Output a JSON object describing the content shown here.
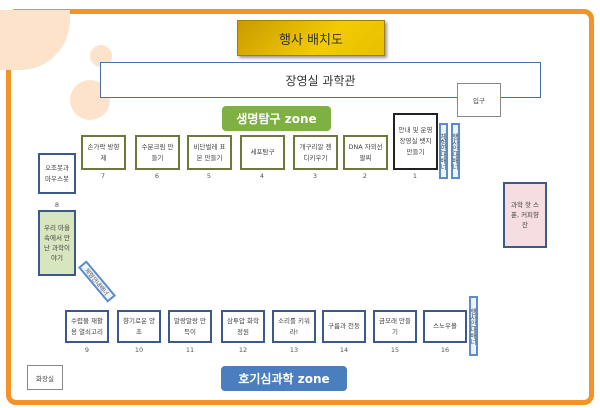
{
  "title": "행사 배치도",
  "hall": "장영실 과학관",
  "entrance": "입구",
  "zone_top": "생명탐구 zone",
  "zone_bottom": "호기심과학 zone",
  "top_booths": [
    {
      "label": "손가락 방향제",
      "num": "7"
    },
    {
      "label": "수분크림 만들기",
      "num": "6"
    },
    {
      "label": "비단벌레 표본 만들기",
      "num": "5"
    },
    {
      "label": "세포탐구",
      "num": "4"
    },
    {
      "label": "개구리알 젠디키우기",
      "num": "3"
    },
    {
      "label": "DNA 자외선 팔찌",
      "num": "2"
    },
    {
      "label": "안내 및 운영 장영실 뱃지만들기",
      "num": "1"
    }
  ],
  "banner_experience": "체험안내배너",
  "banner_event": "행사안내배너",
  "booth8": {
    "label": "오조봇과 마우스봇",
    "num": "8"
  },
  "green_booth": "우리 마을 속에서 만난 과학이야기",
  "rotated_banner": "체험안내배너",
  "pink_booth": "과학 핫 스푼, 커피향 잔",
  "bottom_booths": [
    {
      "label": "수렵물 재활용 열쇠고리",
      "num": "9"
    },
    {
      "label": "향기로운 양초",
      "num": "10"
    },
    {
      "label": "말랑말랑 만득이",
      "num": "11"
    },
    {
      "label": "삼투압 화학정원",
      "num": "12"
    },
    {
      "label": "소리를 키워라!",
      "num": "13"
    },
    {
      "label": "구름과 천둥",
      "num": "14"
    },
    {
      "label": "금모래 만들기",
      "num": "15"
    },
    {
      "label": "스노우볼",
      "num": "16"
    }
  ],
  "banner_event_bottom": "행사안내배너",
  "restroom": "화장실"
}
